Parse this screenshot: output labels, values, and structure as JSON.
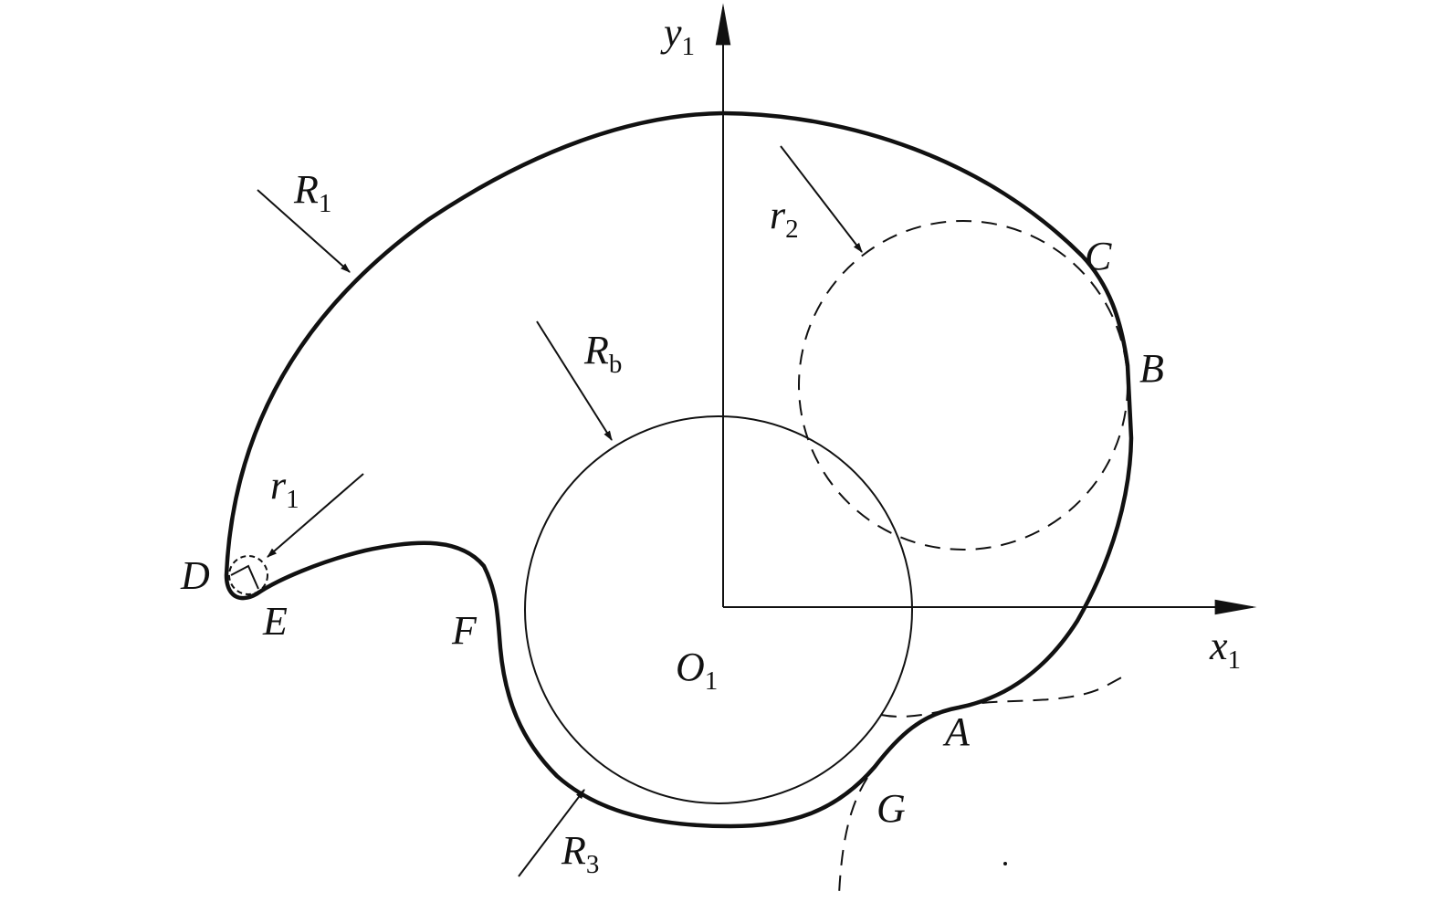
{
  "colors": {
    "stroke": "#111111",
    "background": "#ffffff"
  },
  "axes": {
    "y": {
      "base": "y",
      "sub": "1"
    },
    "x": {
      "base": "x",
      "sub": "1"
    },
    "origin": {
      "base": "O",
      "sub": "1"
    }
  },
  "radii": {
    "R1": {
      "base": "R",
      "sub": "1"
    },
    "r2": {
      "base": "r",
      "sub": "2"
    },
    "Rb": {
      "base": "R",
      "sub": "b"
    },
    "r1": {
      "base": "r",
      "sub": "1"
    },
    "R3": {
      "base": "R",
      "sub": "3"
    }
  },
  "points": {
    "A": "A",
    "B": "B",
    "C": "C",
    "D": "D",
    "E": "E",
    "F": "F",
    "G": "G"
  }
}
